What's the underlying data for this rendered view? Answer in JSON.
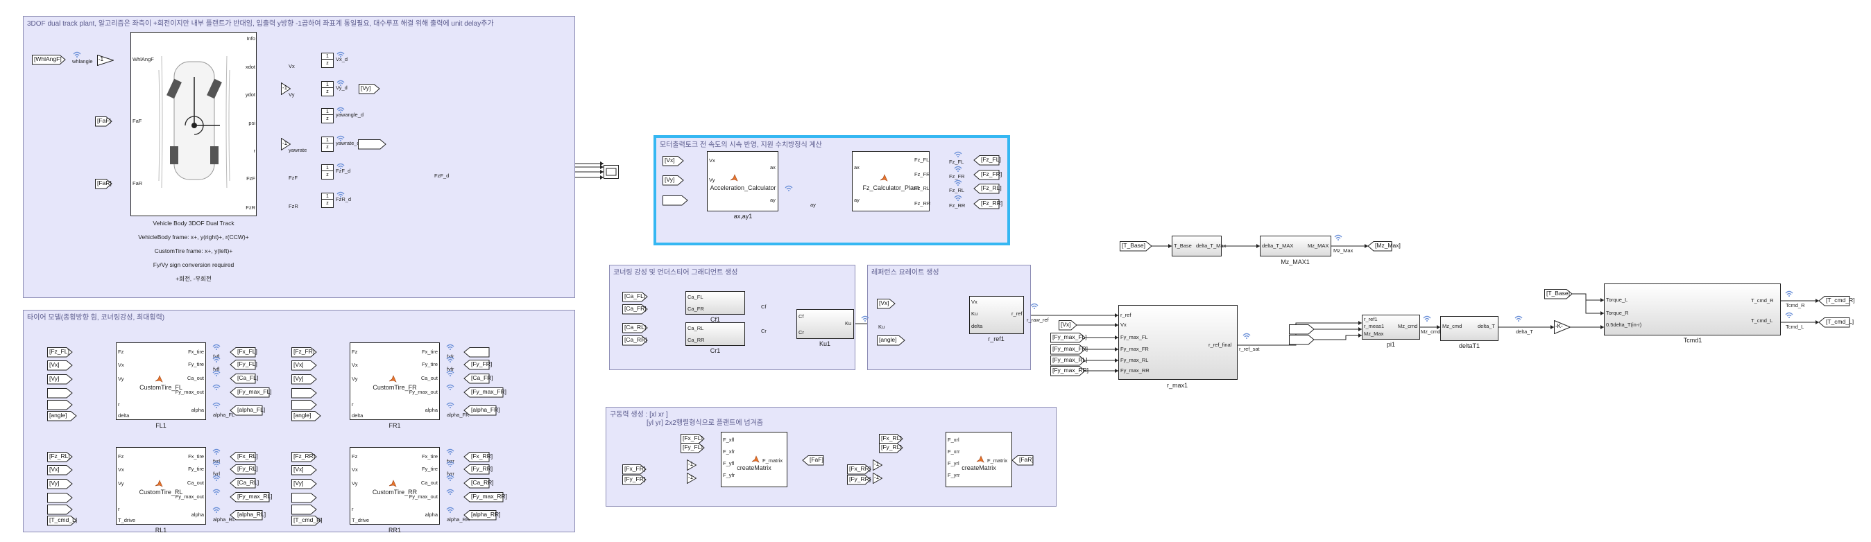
{
  "areas": {
    "plant": "3DOF dual track plant, 알고리즘은 좌측이 +회전이지만 내부 플랜트가 반대임, 입출력 y방향 -1곱하여 좌표계 통일필요, 대수루프 해결 위해 출력에 unit delay추가",
    "tire": "타이어 모델(종횡방향 힘, 코너링강성, 최대횡력)",
    "accel": "모터출력토크 전 속도의 시속 반영, 지원 수치방정식 계산",
    "corner": "코너링 강성 및 언더스티어 그래디언트 생성",
    "refyaw": "레퍼런스 요레이트 생성",
    "matrix_l1": "구동력 생성 : [xl  xr ]",
    "matrix_l2": "[yl  yr] 2x2행렬형식으로 플랜트에 넘겨줌"
  },
  "plant": {
    "tags_in": [
      "[WhlAngF]",
      "[FaF]",
      "[FaR]"
    ],
    "whlangle_sig": "whlangle",
    "gain_minus": "-1",
    "ports_in": [
      "WhlAngF",
      "FaF",
      "FaR"
    ],
    "ports_out": [
      "Info",
      "xdot",
      "ydot",
      "psi",
      "r",
      "FzF",
      "FzR"
    ],
    "captions": [
      "Vehicle Body 3DOF Dual Track",
      "VehicleBody frame: x+, y(right)+, r(CCW)+",
      "CustomTire frame: x+, y(left)+",
      "Fy/Vy sign conversion required",
      "+회전, -우회전"
    ],
    "delay_sigs": [
      "Vx",
      "Vy",
      "",
      "yawrate",
      "FzF",
      "FzR"
    ],
    "delay_outs": [
      "Vx_d",
      "Vy_d",
      "yawangle_d",
      "yawrate_d",
      "FzF_d",
      "FzR_d"
    ],
    "delay_num": "1",
    "delay_den": "z",
    "gain_one": "-1",
    "goto_vy": "[Vy]",
    "bus_label": "FzF_d",
    "scope_label": ""
  },
  "accel": {
    "in_tags": [
      "[Vx]",
      "[Vy]"
    ],
    "blk1": "Acceleration_Calculator",
    "blk1_in": [
      "Vx",
      "Vy"
    ],
    "blk1_out": [
      "ax",
      "ay"
    ],
    "blk1_name": "ax,ay1",
    "sig_ay": "ay",
    "blk2": "Fz_Calculator_Plant",
    "blk2_in": [
      "ax",
      "ay"
    ],
    "blk2_out": [
      "Fz_FL",
      "Fz_FR",
      "Fz_RL",
      "Fz_RR"
    ],
    "out_tags": [
      "[Fz_FL]",
      "[Fz_FR]",
      "[Fz_RL]",
      "[Fz_RR]"
    ]
  },
  "tbase": {
    "tag": "[T_Base]",
    "blk1_in": "T_Base",
    "blk1_out": "delta_T_Max",
    "blk2_in": "delta_T_MAX",
    "blk2_out": "Mz_MAX",
    "blk2_name": "Mz_MAX1",
    "sig": "Mz_Max",
    "out_tag": "[Mz_Max]"
  },
  "corner": {
    "in_tags": [
      "[Ca_FL]",
      "[Ca_FR]",
      "[Ca_RL]",
      "[Ca_RR]"
    ],
    "cf_in": [
      "Ca_FL",
      "Ca_FR"
    ],
    "cf_out": "Cf",
    "cf_name": "Cf1",
    "cr_in": [
      "Ca_RL",
      "Ca_RR"
    ],
    "cr_out": "Cr",
    "cr_name": "Cr1",
    "ku_in": [
      "Cf",
      "Cr"
    ],
    "ku_out": "Ku",
    "ku_name": "Ku1"
  },
  "refyaw": {
    "in_tags": [
      "[Vx]",
      "[angle]"
    ],
    "sig_ku": "Ku",
    "blk_in": [
      "Vx",
      "Ku",
      "delta"
    ],
    "blk_out": "r_ref",
    "blk_name": "r_ref1",
    "out_sig": "r_raw_ref"
  },
  "rmax": {
    "in_tags": [
      "[Vx]",
      "[Fy_max_FL]",
      "[Fy_max_FR]",
      "[Fy_max_RL]",
      "[Fy_max_RR]"
    ],
    "ports_in": [
      "r_ref",
      "Vx",
      "Fy_max_FL",
      "Fy_max_FR",
      "Fy_max_RL",
      "Fy_max_RR"
    ],
    "port_out": "r_ref_final",
    "name": "r_max1",
    "out_sig": "r_ref_sat"
  },
  "pi": {
    "ports_in": [
      "r_ref1",
      "r_meas1",
      "Mz_Max"
    ],
    "port_out": "Mz_cmd",
    "name": "pi1",
    "out_sig": "Mz_cmd"
  },
  "deltaT": {
    "port_in": "Mz_cmd",
    "port_out": "delta_T",
    "name": "deltaT1",
    "out_sig": "delta_T"
  },
  "torque": {
    "tag": "[T_Base]",
    "gain": "-K-",
    "ports_in": [
      "Torque_L",
      "Torque_R",
      "0.5delta_T(in-r)"
    ],
    "ports_out": [
      "T_cmd_R",
      "T_cmd_L"
    ],
    "name": "Tcmd1",
    "out_sigs": [
      "Tcmd_R",
      "Tcmd_L"
    ],
    "out_tags": [
      "[T_cmd_R]",
      "[T_cmd_L]"
    ]
  },
  "tires": [
    {
      "name": "CustomTire_FL",
      "label": "FL1",
      "in_tags": [
        "[Fz_FL]",
        "[Vx]",
        "[Vy]",
        "",
        "",
        "[angle]"
      ],
      "in_ports": [
        "Fz",
        "Vx",
        "Vy",
        "",
        "r",
        "delta"
      ],
      "out_ports": [
        "Fx_tire",
        "Fy_tire",
        "Ca_out",
        "Fy_max_out",
        "alpha"
      ],
      "out_sigs": [
        "fxfl",
        "fyfl",
        "",
        "",
        "alpha_FL"
      ],
      "out_tags": [
        "[Fx_FL]",
        "[Fy_FL]",
        "[Ca_FL]",
        "[Fy_max_FL]",
        "[alpha_FL]"
      ]
    },
    {
      "name": "CustomTire_FR",
      "label": "FR1",
      "in_tags": [
        "[Fz_FR]",
        "[Vx]",
        "[Vy]",
        "",
        "",
        "[angle]"
      ],
      "in_ports": [
        "Fz",
        "Vx",
        "Vy",
        "",
        "r",
        "delta"
      ],
      "out_ports": [
        "Fx_tire",
        "Fy_tire",
        "Ca_out",
        "Fy_max_out",
        "alpha"
      ],
      "out_sigs": [
        "fxfr",
        "fyfr",
        "",
        "",
        "alpha_FR"
      ],
      "out_tags": [
        "",
        "[Fy_FR]",
        "[Ca_FR]",
        "[Fy_max_FR]",
        "[alpha_FR]"
      ]
    },
    {
      "name": "CustomTire_RL",
      "label": "RL1",
      "in_tags": [
        "[Fz_RL]",
        "[Vx]",
        "[Vy]",
        "",
        "",
        "[T_cmd_L]"
      ],
      "in_ports": [
        "Fz",
        "Vx",
        "Vy",
        "",
        "r",
        "T_drive"
      ],
      "out_ports": [
        "Fx_tire",
        "Fy_tire",
        "Ca_out",
        "Fy_max_out",
        "alpha"
      ],
      "out_sigs": [
        "fxrl",
        "fyrl",
        "",
        "",
        "alpha_RL"
      ],
      "out_tags": [
        "[Fx_RL]",
        "[Fy_RL]",
        "[Ca_RL]",
        "[Fy_max_RL]",
        "[alpha_RL]"
      ]
    },
    {
      "name": "CustomTire_RR",
      "label": "RR1",
      "in_tags": [
        "[Fz_RR]",
        "[Vx]",
        "[Vy]",
        "",
        "",
        "[T_cmd_R]"
      ],
      "in_ports": [
        "Fz",
        "Vx",
        "Vy",
        "",
        "r",
        "T_drive"
      ],
      "out_ports": [
        "Fx_tire",
        "Fy_tire",
        "Ca_out",
        "Fy_max_out",
        "alpha"
      ],
      "out_sigs": [
        "fxrr",
        "fyrr",
        "",
        "",
        "alpha_RR"
      ],
      "out_tags": [
        "[Fx_RR]",
        "[Fy_RR]",
        "[Ca_RR]",
        "[Fy_max_RR]",
        "[alpha_RR]"
      ]
    }
  ],
  "matrix": [
    {
      "in_tags": [
        "[Fx_FL]",
        "[Fy_FL]",
        "[Fx_FR]",
        "[Fy_FR]"
      ],
      "ports_in": [
        "F_xfl",
        "F_xfr",
        "F_yfl",
        "F_yfr"
      ],
      "blk": "createMatrix",
      "port_out": "F_matrix",
      "out_tag": "[FaF]"
    },
    {
      "in_tags": [
        "[Fx_RL]",
        "[Fy_RL]",
        "[Fx_RR]",
        "[Fy_RR]"
      ],
      "ports_in": [
        "F_xrl",
        "F_xrr",
        "F_yrl",
        "F_yrr"
      ],
      "blk": "createMatrix",
      "port_out": "F_matrix",
      "out_tag": "[FaR]"
    }
  ],
  "colors": {
    "area_bg": "#e6e6fa",
    "area_border": "#8c8cb4",
    "selected": "#35b7f2",
    "wifi": "#6a8fd8",
    "matlab_icon": "#e8742a"
  }
}
